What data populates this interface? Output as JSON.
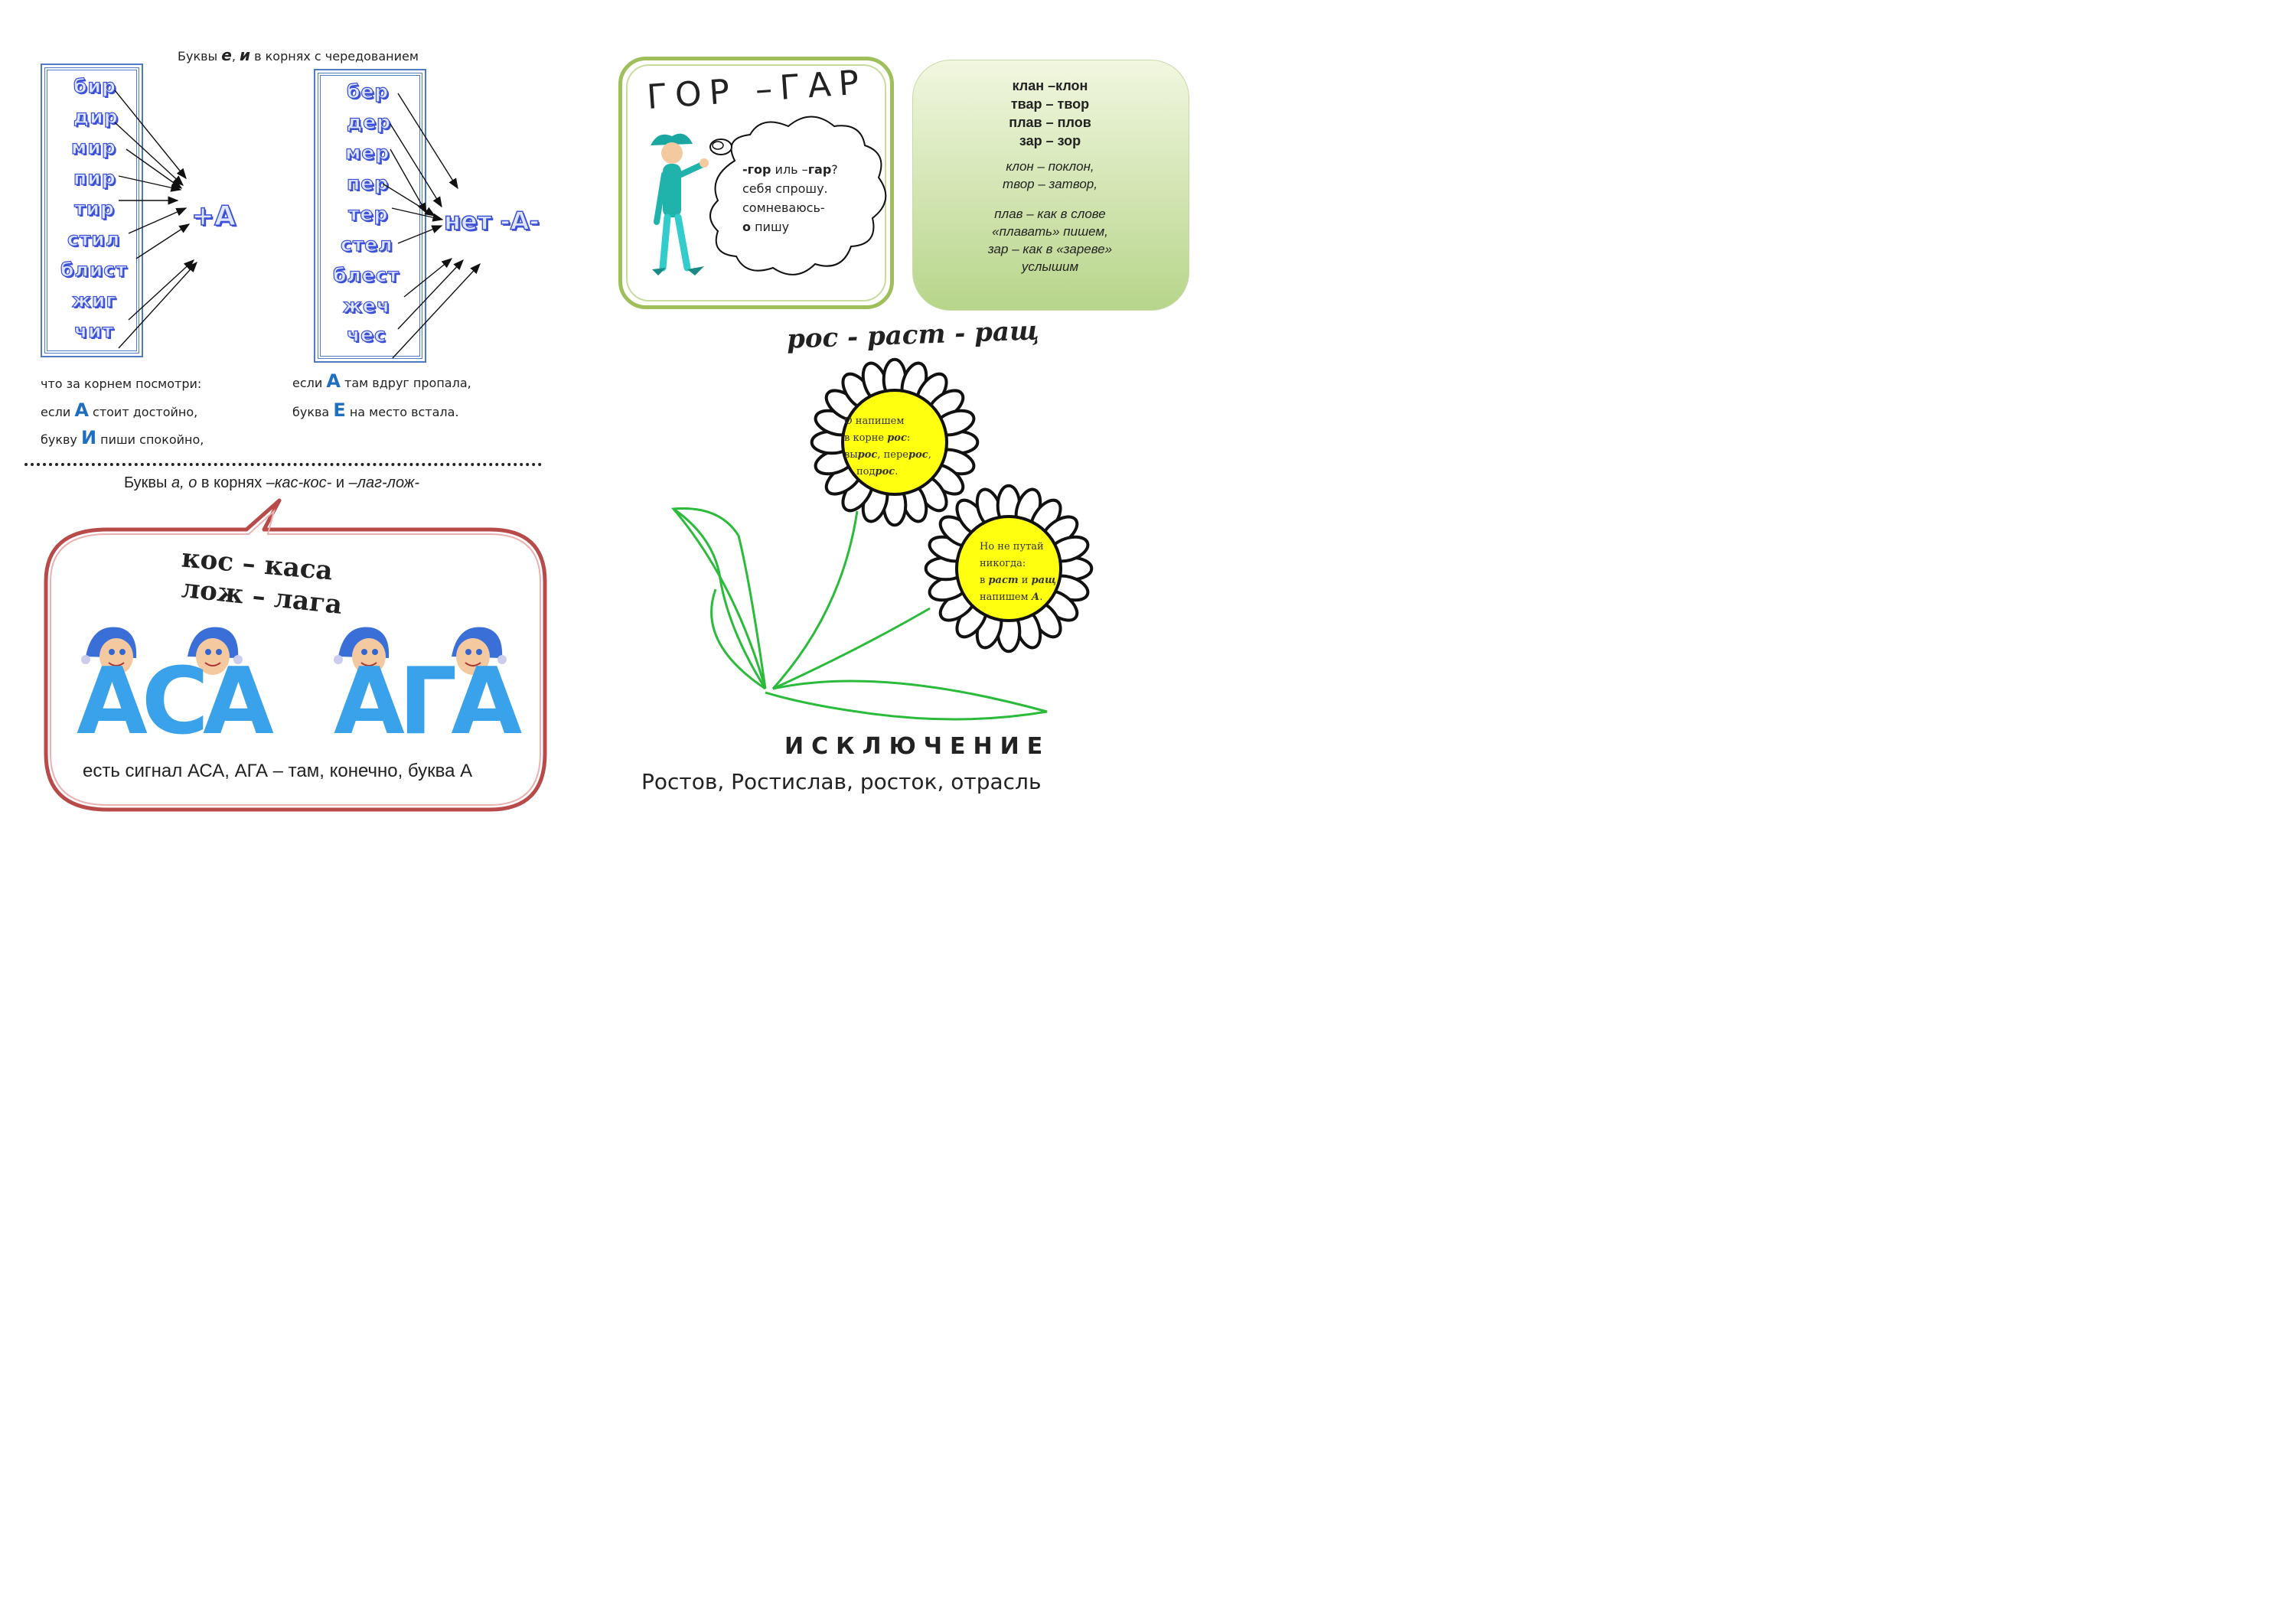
{
  "ei": {
    "title_pre": "Буквы ",
    "title_e": "е",
    "title_sep": ", ",
    "title_i": "и",
    "title_post": " в корнях с чередованием",
    "left_roots": [
      "бир",
      "дир",
      "мир",
      "пир",
      "тир",
      "стил",
      "блист",
      "жиг",
      "чит"
    ],
    "right_roots": [
      "бер",
      "дер",
      "мер",
      "пер",
      "тер",
      "стел",
      "блест",
      "жеч",
      "чес"
    ],
    "left_result": "+А",
    "right_result": "нет -А-",
    "rhyme_left_1": "что за корнем посмотри:",
    "rhyme_left_2_pre": "если ",
    "rhyme_left_2_big": "А",
    "rhyme_left_2_post": " стоит достойно,",
    "rhyme_left_3_pre": "букву ",
    "rhyme_left_3_big": "И",
    "rhyme_left_3_post": " пиши спокойно,",
    "rhyme_right_1_pre": "если ",
    "rhyme_right_1_big": "А",
    "rhyme_right_1_post": " там вдруг пропала,",
    "rhyme_right_2_pre": "буква ",
    "rhyme_right_2_big": "Е",
    "rhyme_right_2_post": " на место встала."
  },
  "ao": {
    "title_pre": "Буквы ",
    "title_a": "а, о",
    "title_mid": " в корнях –",
    "title_kas": "кас-кос-",
    "title_and": " и –",
    "title_lag": "лаг-лож-",
    "kos_line": "кос – каса",
    "loz_line": "лож – лага",
    "word1": "АСА",
    "word2": "АГА",
    "signal": "есть сигнал АСА, АГА – там, конечно, буква А"
  },
  "gor": {
    "title": "ГОР –ГАР",
    "l1_b1": "-гор",
    "l1_t": " иль –",
    "l1_b2": "гар",
    "l1_end": "?",
    "l2": "себя спрошу.",
    "l3": "сомневаюсь-",
    "l4_b": "о",
    "l4_t": " пишу"
  },
  "klan": {
    "bold_lines": [
      "клан –клон",
      "твар – твор",
      "плав – плов",
      "зар – зор"
    ],
    "p1": [
      "клон – поклон,",
      "твор – затвор,"
    ],
    "p2": [
      "плав – как в слове",
      "«плавать» пишем,",
      "зар – как в «зареве»",
      "услышим"
    ]
  },
  "rost": {
    "title": "рос - раст - ращ",
    "flower1_l1": "О напишем",
    "flower1_l2_pre": "в корне ",
    "flower1_l2_em": "рос",
    "flower1_l2_post": ":",
    "flower1_l3_a": "вы",
    "flower1_l3_b": "рос",
    "flower1_l3_c": ", пере",
    "flower1_l3_d": "рос",
    "flower1_l3_e": ",",
    "flower1_l4_a": "под",
    "flower1_l4_b": "рос",
    "flower1_l4_c": ".",
    "flower2_l1": "Но не путай",
    "flower2_l2": "никогда:",
    "flower2_l3_pre": "в ",
    "flower2_l3_em1": "раст",
    "flower2_l3_mid": " и ",
    "flower2_l3_em2": "ращ",
    "flower2_l4_pre": "напишем ",
    "flower2_l4_em": "А",
    "flower2_l4_post": ".",
    "exception_title": "ИСКЛЮЧЕНИЕ",
    "exception_list": "Ростов, Ростислав, росток, отрасль"
  }
}
